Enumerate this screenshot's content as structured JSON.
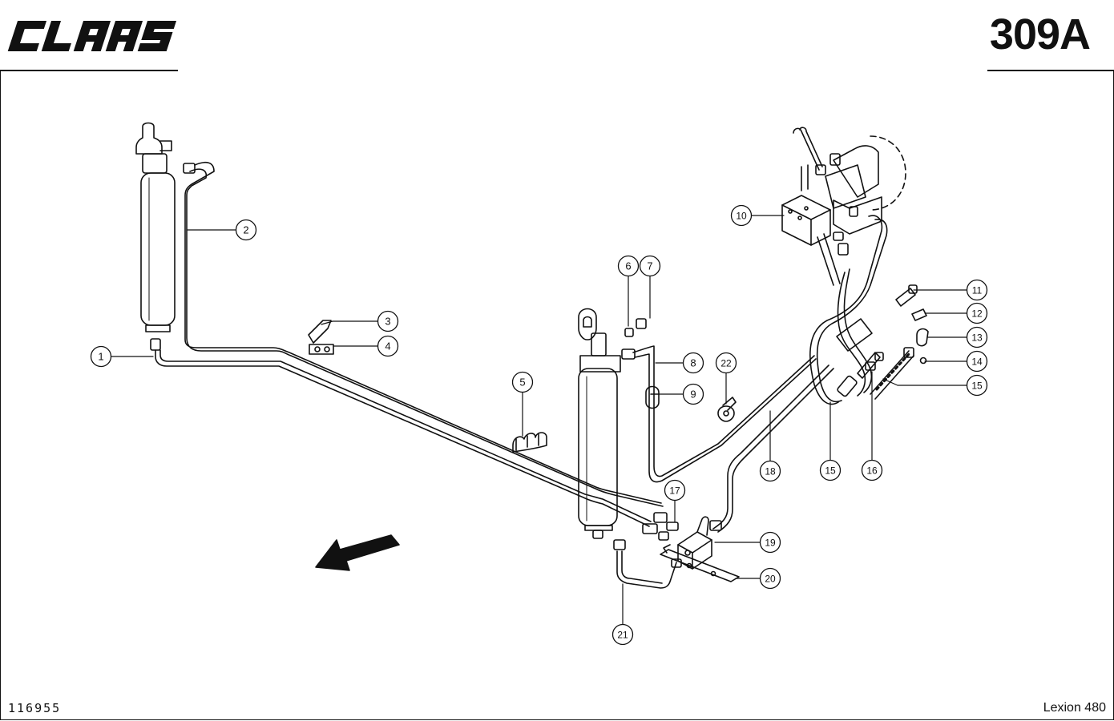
{
  "header": {
    "brand": "CLAAS",
    "page_number": "309A"
  },
  "footer": {
    "drawing_number": "116955",
    "model": "Lexion 480"
  },
  "colors": {
    "line": "#111111",
    "background": "#ffffff"
  },
  "callouts": [
    {
      "label": "1"
    },
    {
      "label": "2"
    },
    {
      "label": "3"
    },
    {
      "label": "4"
    },
    {
      "label": "5"
    },
    {
      "label": "6"
    },
    {
      "label": "7"
    },
    {
      "label": "8"
    },
    {
      "label": "9"
    },
    {
      "label": "10"
    },
    {
      "label": "11"
    },
    {
      "label": "12"
    },
    {
      "label": "13"
    },
    {
      "label": "14"
    },
    {
      "label": "15"
    },
    {
      "label": "16"
    },
    {
      "label": "17"
    },
    {
      "label": "18"
    },
    {
      "label": "19"
    },
    {
      "label": "20"
    },
    {
      "label": "21"
    },
    {
      "label": "22"
    },
    {
      "label": "15"
    }
  ]
}
